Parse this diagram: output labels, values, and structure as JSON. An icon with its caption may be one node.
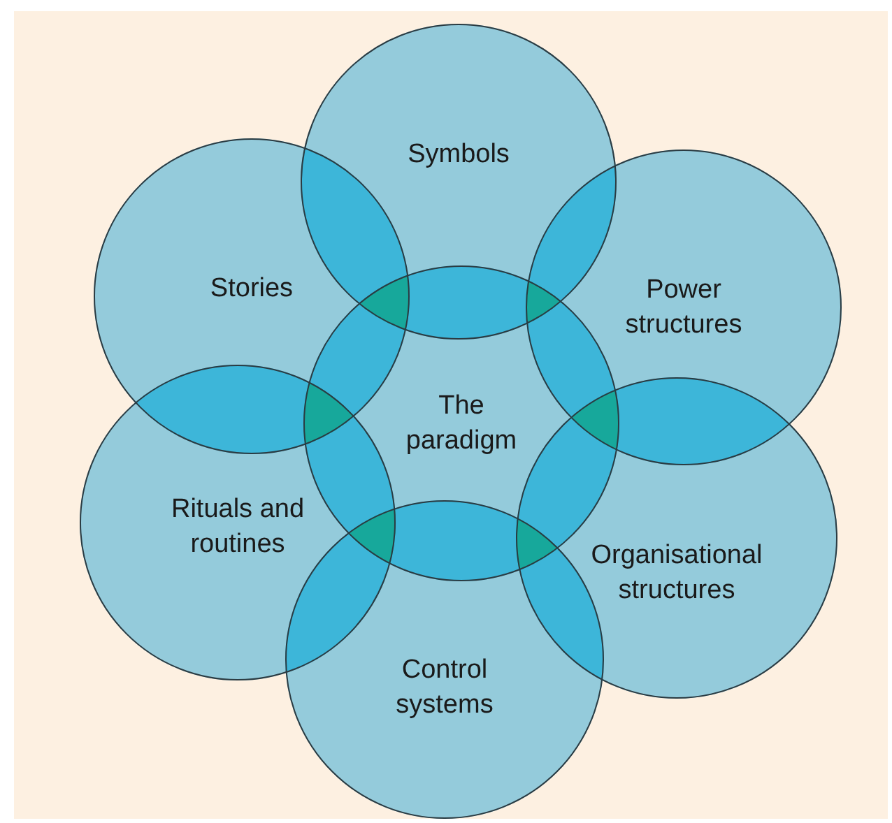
{
  "diagram": {
    "nodes": [
      {
        "text": [
          "Symbols"
        ]
      },
      {
        "text": [
          "Stories"
        ]
      },
      {
        "text": [
          "Power structures"
        ]
      },
      {
        "text": [
          "The paradigm"
        ]
      },
      {
        "text": [
          "Rituals and routines"
        ]
      },
      {
        "text": [
          "Organisational structures"
        ]
      },
      {
        "text": [
          "Control systems"
        ]
      }
    ]
  }
}
